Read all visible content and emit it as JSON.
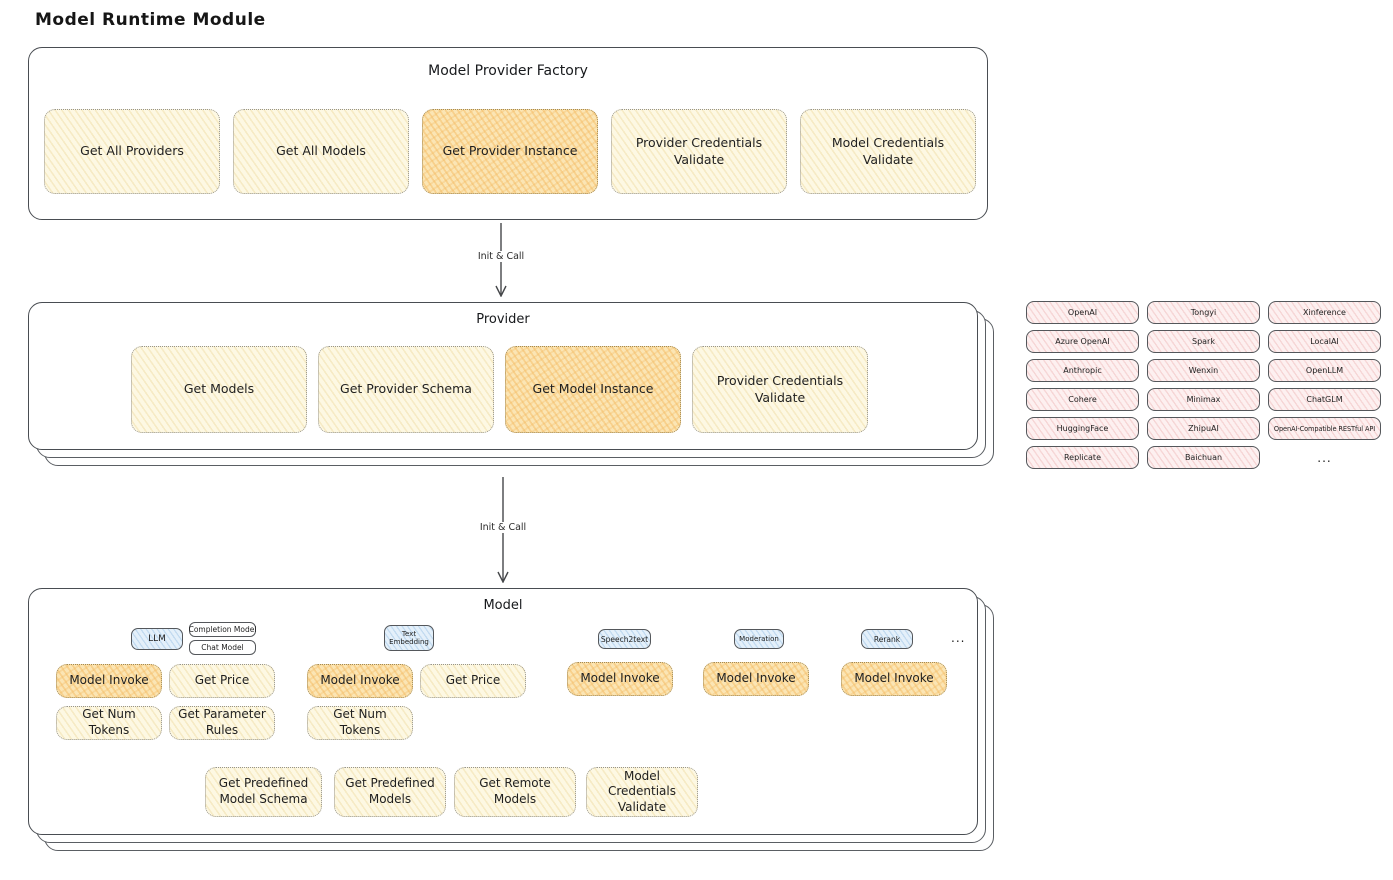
{
  "title": "Model Runtime Module",
  "colors": {
    "box_yellow": "#fdf8e3",
    "box_orange_highlight": "#fbe5b4",
    "provider_pink": "#fdf0f0",
    "tab_blue": "#e4f0fa",
    "border_dark": "#494d52"
  },
  "factory": {
    "title": "Model Provider Factory",
    "items": [
      {
        "label": "Get All Providers",
        "highlight": false
      },
      {
        "label": "Get All Models",
        "highlight": false
      },
      {
        "label": "Get Provider Instance",
        "highlight": true
      },
      {
        "label": "Provider Credentials Validate",
        "highlight": false
      },
      {
        "label": "Model Credentials Validate",
        "highlight": false
      }
    ]
  },
  "arrows": {
    "factory_to_provider": "Init & Call",
    "provider_to_model": "Init & Call"
  },
  "provider": {
    "title": "Provider",
    "items": [
      {
        "label": "Get Models",
        "highlight": false
      },
      {
        "label": "Get Provider Schema",
        "highlight": false
      },
      {
        "label": "Get Model Instance",
        "highlight": true
      },
      {
        "label": "Provider Credentials Validate",
        "highlight": false
      }
    ]
  },
  "providers": {
    "list": [
      "OpenAI",
      "Tongyi",
      "Xinference",
      "Azure OpenAI",
      "Spark",
      "LocalAI",
      "Anthropic",
      "Wenxin",
      "OpenLLM",
      "Cohere",
      "Minimax",
      "ChatGLM",
      "HuggingFace",
      "ZhipuAI",
      "OpenAI-Compatible RESTful API",
      "Replicate",
      "Baichuan"
    ],
    "more": "..."
  },
  "model": {
    "title": "Model",
    "tabs": {
      "llm": "LLM",
      "completion": "Completion Model",
      "chat": "Chat Model",
      "text_embedding": "Text Embedding",
      "speech2text": "Speech2text",
      "moderation": "Moderation",
      "rerank": "Rerank",
      "more": "..."
    },
    "llm_functions": {
      "invoke": "Model Invoke",
      "get_price": "Get Price",
      "get_num_tokens": "Get Num Tokens",
      "get_parameter_rules": "Get Parameter Rules"
    },
    "embedding_functions": {
      "invoke": "Model Invoke",
      "get_price": "Get Price",
      "get_num_tokens": "Get Num Tokens"
    },
    "speech2text_functions": {
      "invoke": "Model Invoke"
    },
    "moderation_functions": {
      "invoke": "Model Invoke"
    },
    "rerank_functions": {
      "invoke": "Model Invoke"
    },
    "common_functions": [
      {
        "label": "Get Predefined Model Schema"
      },
      {
        "label": "Get Predefined Models"
      },
      {
        "label": "Get Remote Models"
      },
      {
        "label": "Model Credentials Validate"
      }
    ]
  }
}
